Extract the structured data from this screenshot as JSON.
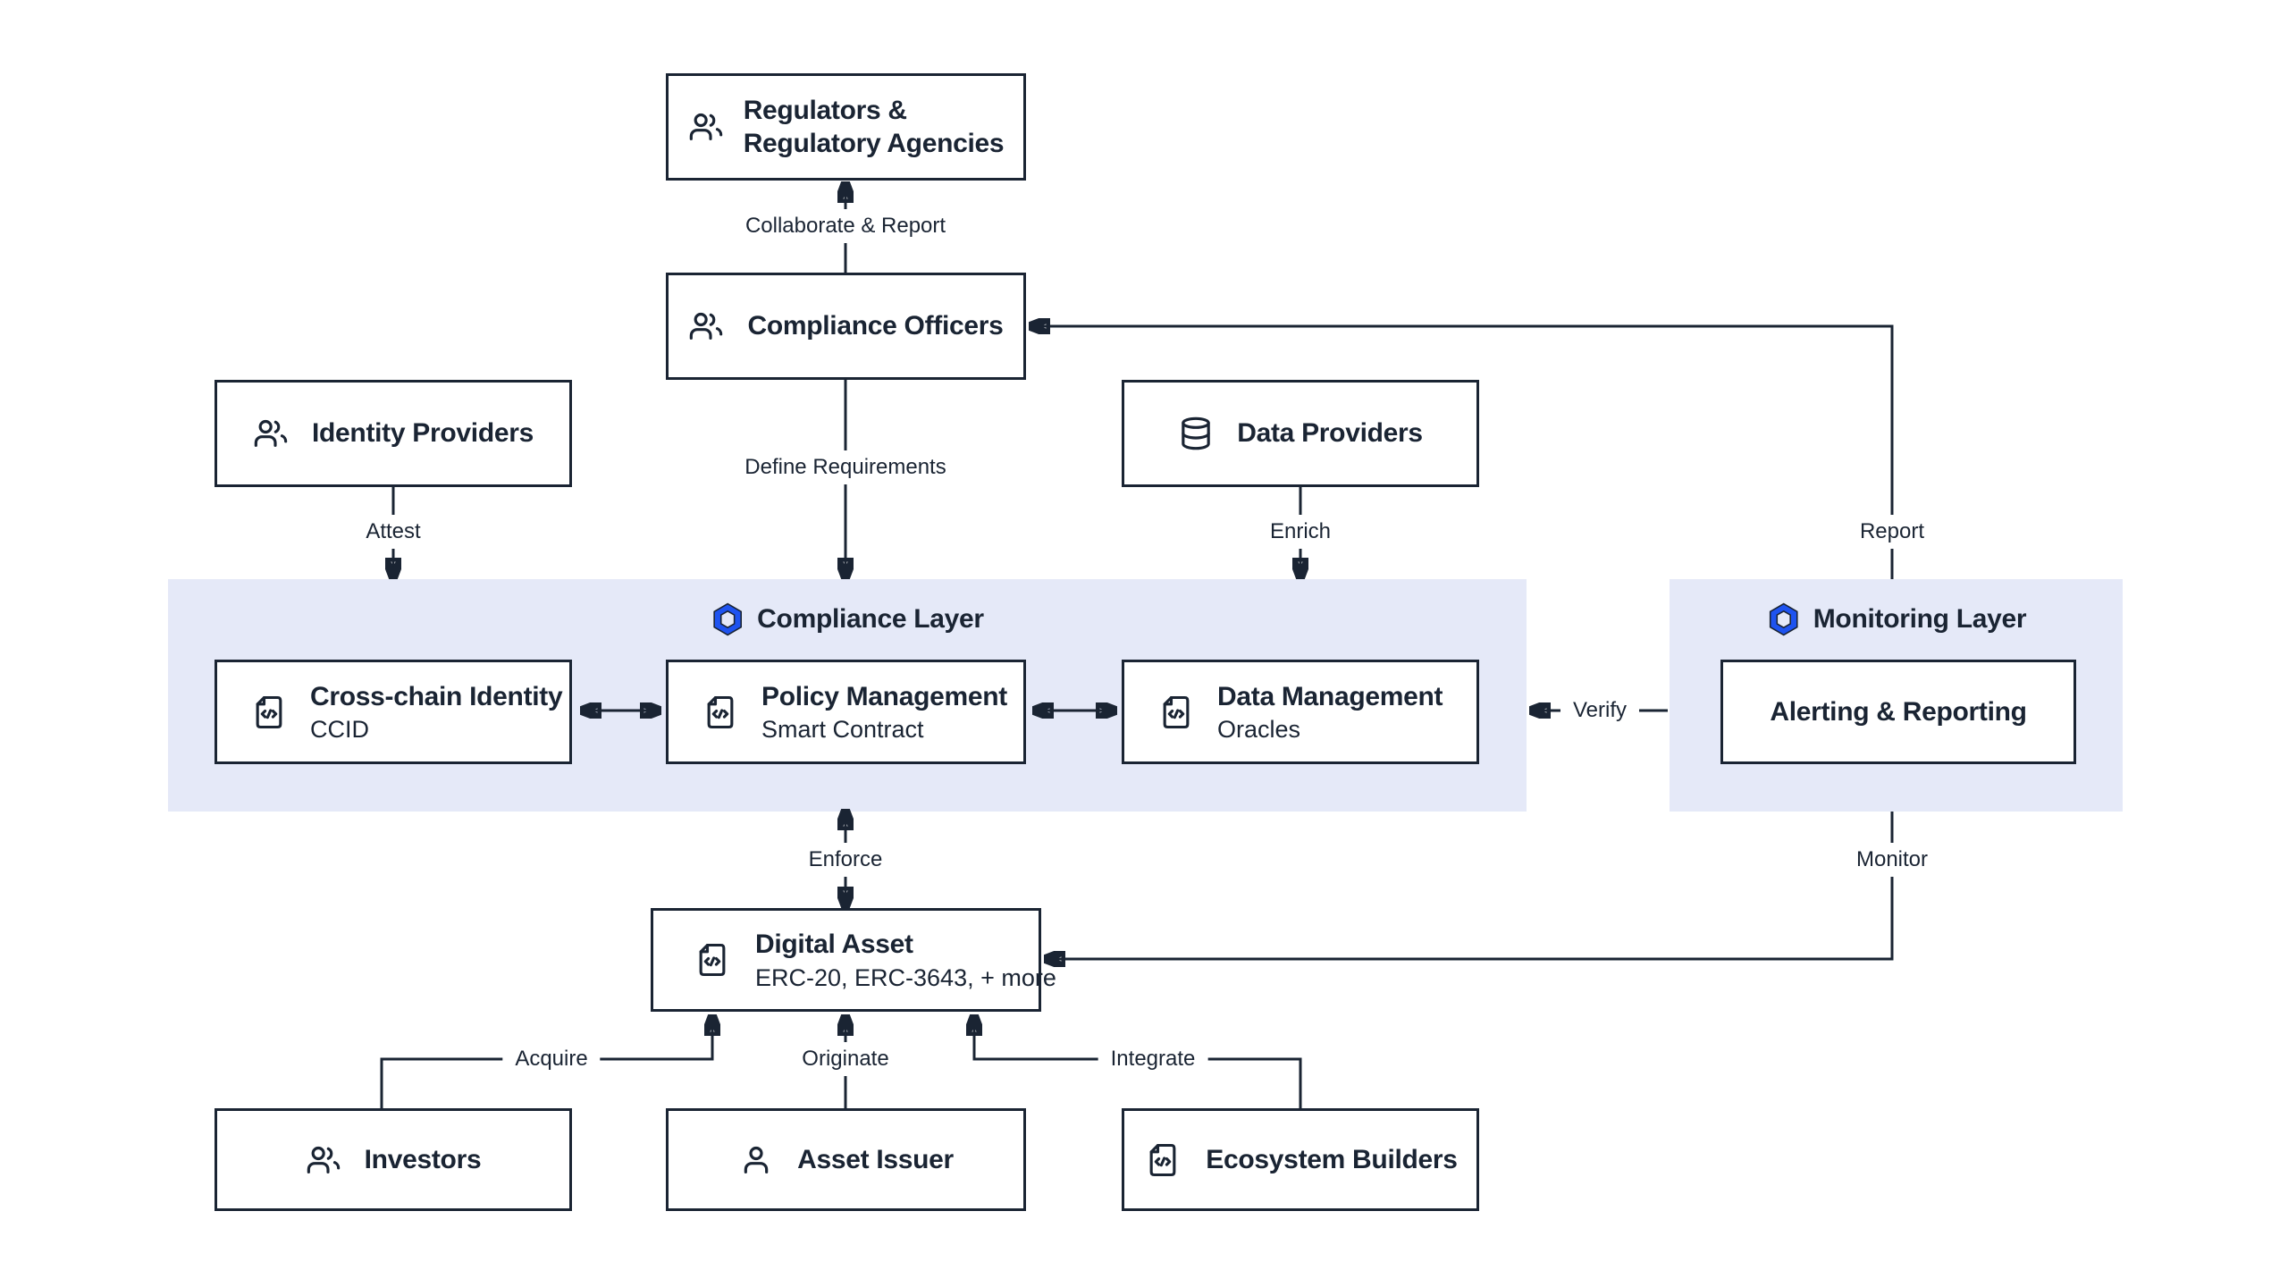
{
  "diagram": {
    "colors": {
      "ink": "#1a2433",
      "band_background": "#e5e9f8",
      "accent_hexagon_blue": "#1e53f0",
      "canvas_background": "#ffffff",
      "node_background": "#ffffff"
    },
    "layers": {
      "compliance": {
        "title": "Compliance Layer",
        "icon": "hexagon-chainlink-icon"
      },
      "monitoring": {
        "title": "Monitoring Layer",
        "icon": "hexagon-chainlink-icon"
      }
    },
    "nodes": {
      "regulators": {
        "line1": "Regulators &",
        "line2": "Regulatory Agencies",
        "icon": "users-icon"
      },
      "compliance_officers": {
        "title": "Compliance Officers",
        "icon": "users-icon"
      },
      "identity_providers": {
        "title": "Identity Providers",
        "icon": "users-icon"
      },
      "data_providers": {
        "title": "Data Providers",
        "icon": "database-icon"
      },
      "cross_chain_identity": {
        "title": "Cross-chain Identity",
        "subtitle": "CCID",
        "icon": "file-code-icon"
      },
      "policy_management": {
        "title": "Policy Management",
        "subtitle": "Smart Contract",
        "icon": "file-code-icon"
      },
      "data_management": {
        "title": "Data Management",
        "subtitle": "Oracles",
        "icon": "file-code-icon"
      },
      "alerting_reporting": {
        "title": "Alerting & Reporting"
      },
      "digital_asset": {
        "title": "Digital Asset",
        "subtitle": "ERC-20, ERC-3643, + more",
        "icon": "file-code-icon"
      },
      "investors": {
        "title": "Investors",
        "icon": "users-icon"
      },
      "asset_issuer": {
        "title": "Asset Issuer",
        "icon": "user-icon"
      },
      "ecosystem_builders": {
        "title": "Ecosystem Builders",
        "icon": "file-code-icon"
      }
    },
    "edge_labels": {
      "collaborate_report": "Collaborate & Report",
      "define_requirements": "Define Requirements",
      "attest": "Attest",
      "enrich": "Enrich",
      "report": "Report",
      "verify": "Verify",
      "enforce": "Enforce",
      "monitor": "Monitor",
      "acquire": "Acquire",
      "originate": "Originate",
      "integrate": "Integrate"
    }
  }
}
